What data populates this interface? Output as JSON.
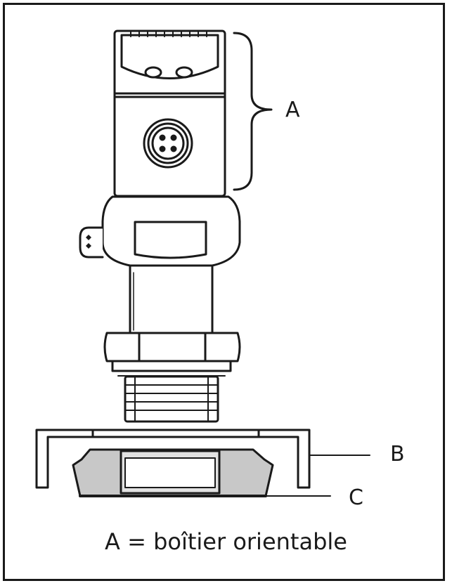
{
  "labels": {
    "a": "A",
    "b": "B",
    "c": "C"
  },
  "caption": "A = boîtier orientable",
  "colors": {
    "line": "#1a1a1a",
    "fill": "#ffffff",
    "shade": "#c8c8c8",
    "shade_light": "#e2e2e2"
  }
}
